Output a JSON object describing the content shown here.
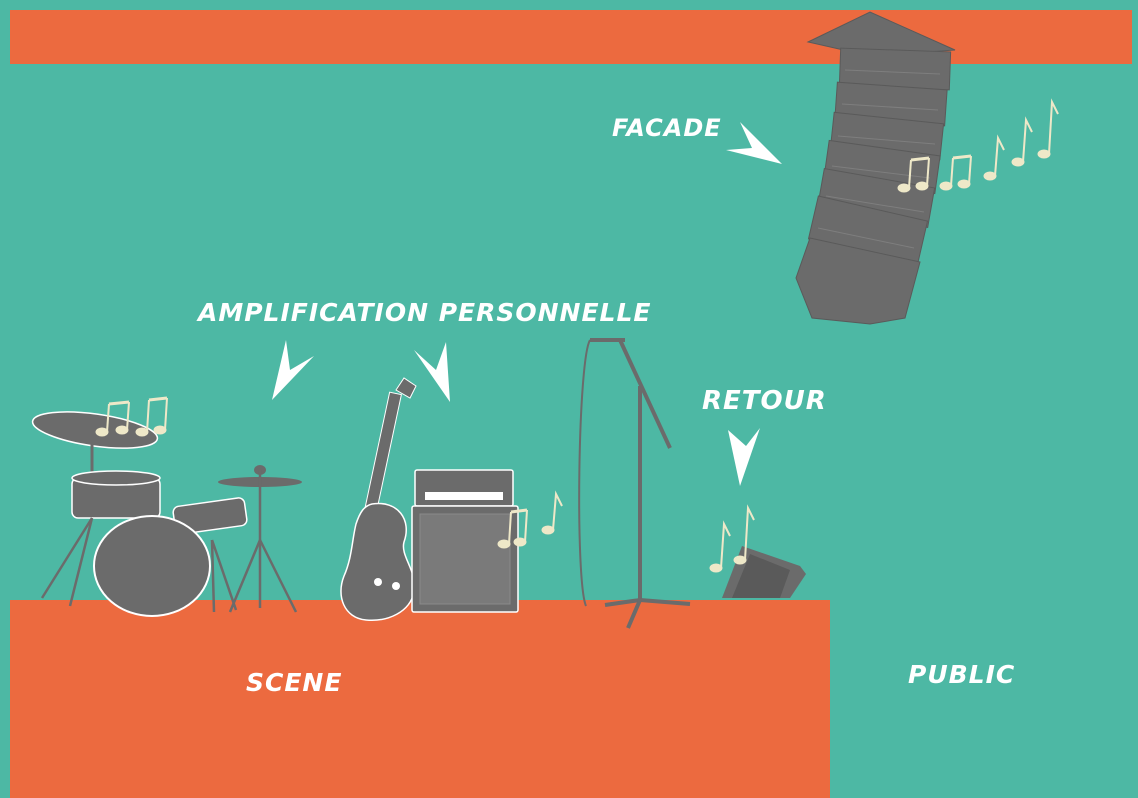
{
  "labels": {
    "facade": "FACADE",
    "amplification": "AMPLIFICATION PERSONNELLE",
    "retour": "RETOUR",
    "scene": "SCENE",
    "public": "PUBLIC"
  },
  "colors": {
    "background": "#4db8a4",
    "stage": "#ec6a3f",
    "equipment": "#6b6b6b",
    "notes": "#eee8c8",
    "text": "#ffffff"
  },
  "icons": [
    "line-array-speaker-icon",
    "drum-kit-icon",
    "cymbal-icon",
    "electric-guitar-icon",
    "guitar-amp-icon",
    "microphone-stand-icon",
    "stage-monitor-icon",
    "music-note-icon",
    "arrow-icon"
  ]
}
